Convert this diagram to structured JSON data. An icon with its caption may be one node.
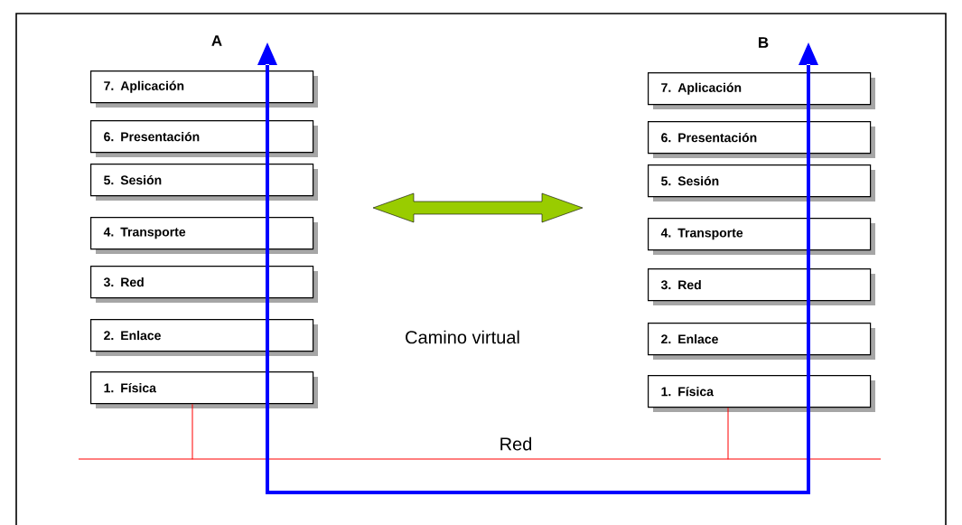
{
  "diagram": {
    "nodes": [
      {
        "text": [
          "7. Aplicación"
        ]
      },
      {
        "text": [
          "6. Presentación"
        ]
      },
      {
        "text": [
          "5. Sesión"
        ]
      },
      {
        "text": [
          "4. Transporte"
        ]
      },
      {
        "text": [
          "3. Red"
        ]
      },
      {
        "text": [
          "2. Enlace"
        ]
      },
      {
        "text": [
          "1. Física"
        ]
      },
      {
        "text": [
          "7. Aplicación"
        ]
      },
      {
        "text": [
          "6. Presentación"
        ]
      },
      {
        "text": [
          "5. Sesión"
        ]
      },
      {
        "text": [
          "4. Transporte"
        ]
      },
      {
        "text": [
          "3. Red"
        ]
      },
      {
        "text": [
          "2. Enlace"
        ]
      },
      {
        "text": [
          "1. Física"
        ]
      },
      {
        "text": [],
        "shape": "bar",
        "beside": [
          "Red"
        ]
      }
    ],
    "edges": [
      {
        "from": 6,
        "to": 14,
        "arrow": "none"
      },
      {
        "from": 13,
        "to": 14,
        "arrow": "none"
      }
    ],
    "labels": [
      "A",
      "B",
      "Camino virtual"
    ]
  }
}
